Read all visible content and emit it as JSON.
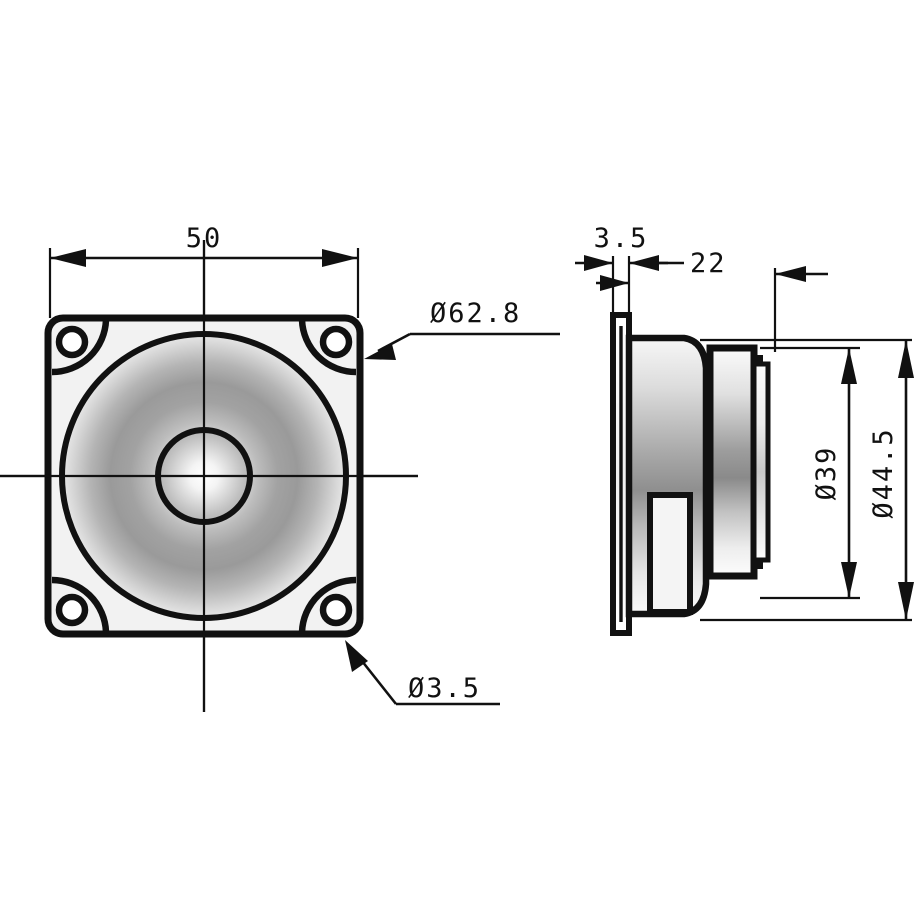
{
  "drawing": {
    "type": "mechanical-orthographic-drawing",
    "subject": "loudspeaker-driver",
    "views": [
      {
        "name": "front-view",
        "label": ""
      },
      {
        "name": "side-section-view",
        "label": ""
      }
    ],
    "background_color": "#ffffff",
    "line_color": "#111111",
    "fill_light": "#f2f2f2",
    "fill_mid": "#9a9a9a",
    "fill_dark": "#6e6e6e"
  },
  "dimensions": {
    "frame_width": "50",
    "cone_diameter": "Ø62.8",
    "mounting_hole_diameter": "Ø3.5",
    "flange_thickness": "3.5",
    "basket_depth": "22",
    "magnet_diameter": "Ø39",
    "body_diameter": "Ø44.5"
  },
  "labels": [
    {
      "name": "width-50",
      "text": "50",
      "orientation": "horizontal"
    },
    {
      "name": "cone-dia-62-8",
      "text": "Ø62.8",
      "orientation": "horizontal"
    },
    {
      "name": "hole-dia-3-5",
      "text": "Ø3.5",
      "orientation": "horizontal"
    },
    {
      "name": "flange-3-5",
      "text": "3.5",
      "orientation": "horizontal"
    },
    {
      "name": "depth-22",
      "text": "22",
      "orientation": "horizontal"
    },
    {
      "name": "magnet-dia-39",
      "text": "Ø39",
      "orientation": "vertical"
    },
    {
      "name": "body-dia-44-5",
      "text": "Ø44.5",
      "orientation": "vertical"
    }
  ]
}
